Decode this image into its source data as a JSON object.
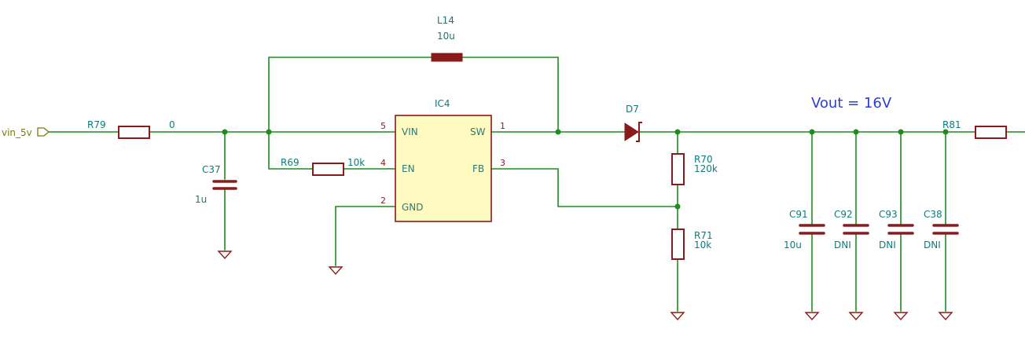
{
  "title": "Vout = 16V",
  "net_label": "vin_5v",
  "ic": {
    "ref": "IC4",
    "pins": [
      {
        "name": "VIN",
        "number": "5"
      },
      {
        "name": "EN",
        "number": "4"
      },
      {
        "name": "GND",
        "number": "2"
      },
      {
        "name": "SW",
        "number": "1"
      },
      {
        "name": "FB",
        "number": "3"
      }
    ]
  },
  "components": {
    "R79": {
      "ref": "R79",
      "value": "0"
    },
    "C37": {
      "ref": "C37",
      "value": "1u"
    },
    "R69": {
      "ref": "R69",
      "value": "10k"
    },
    "L14": {
      "ref": "L14",
      "value": "10u"
    },
    "D7": {
      "ref": "D7"
    },
    "R70": {
      "ref": "R70",
      "value": "120k"
    },
    "R71": {
      "ref": "R71",
      "value": "10k"
    },
    "C91": {
      "ref": "C91",
      "value": "10u"
    },
    "C92": {
      "ref": "C92",
      "value": "DNI"
    },
    "C93": {
      "ref": "C93",
      "value": "DNI"
    },
    "C38": {
      "ref": "C38",
      "value": "DNI"
    },
    "R81": {
      "ref": "R81"
    }
  },
  "colors": {
    "wire": "#1e8c1e",
    "component": "#8b1a1a",
    "label": "#0f7a7a",
    "title": "#2a3fd0",
    "ic_fill": "#fffac0",
    "net_label": "#7a7a10"
  }
}
